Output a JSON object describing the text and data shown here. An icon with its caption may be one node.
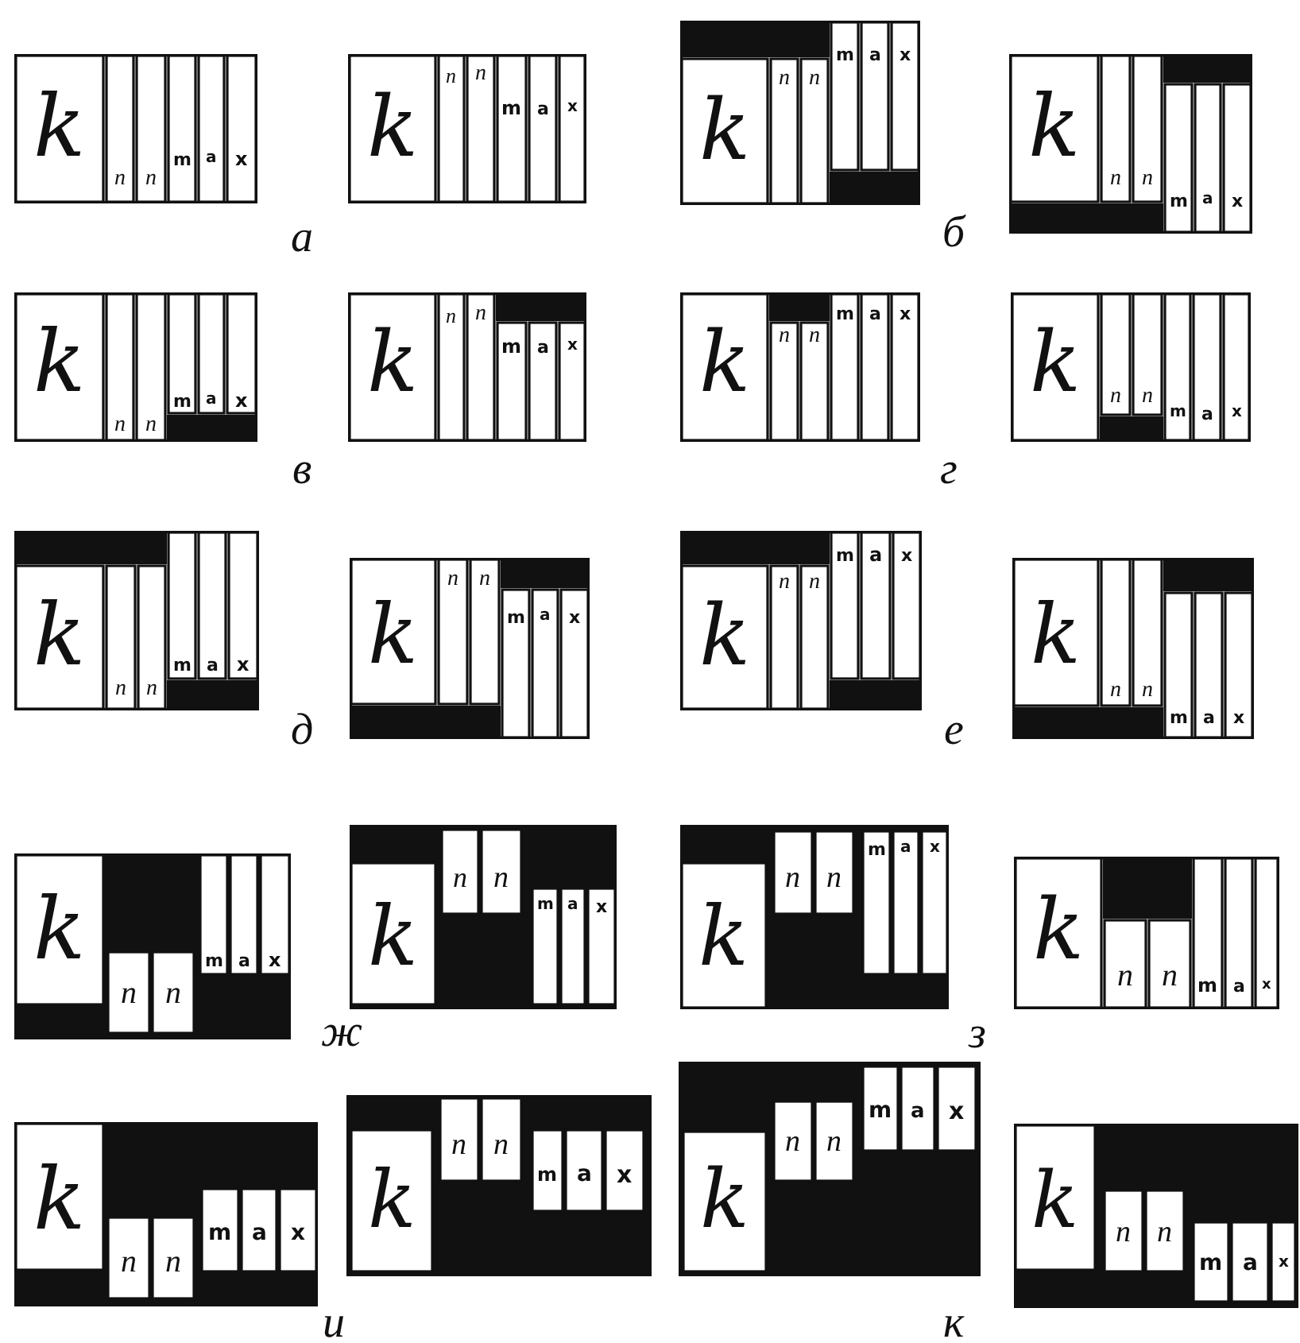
{
  "diagram": {
    "nodes": [
      {
        "text": [
          "k",
          "n",
          "n",
          "m",
          "a",
          "x"
        ],
        "beside": [
          "а"
        ]
      },
      {
        "text": [
          "k",
          "n",
          "n",
          "m",
          "a",
          "x"
        ]
      },
      {
        "text": [
          "k",
          "n",
          "n",
          "m",
          "a",
          "x"
        ],
        "beside": [
          "б"
        ]
      },
      {
        "text": [
          "k",
          "n",
          "n",
          "m",
          "a",
          "x"
        ]
      },
      {
        "text": [
          "k",
          "n",
          "n",
          "m",
          "a",
          "x"
        ],
        "beside": [
          "в"
        ]
      },
      {
        "text": [
          "k",
          "n",
          "n",
          "m",
          "a",
          "x"
        ]
      },
      {
        "text": [
          "k",
          "n",
          "n",
          "m",
          "a",
          "x"
        ],
        "beside": [
          "г"
        ]
      },
      {
        "text": [
          "k",
          "n",
          "n",
          "m",
          "a",
          "x"
        ]
      },
      {
        "text": [
          "k",
          "n",
          "n",
          "m",
          "a",
          "x"
        ],
        "beside": [
          "д"
        ]
      },
      {
        "text": [
          "k",
          "n",
          "n",
          "m",
          "a",
          "x"
        ]
      },
      {
        "text": [
          "k",
          "n",
          "n",
          "m",
          "a",
          "x"
        ],
        "beside": [
          "е"
        ]
      },
      {
        "text": [
          "k",
          "n",
          "n",
          "m",
          "a",
          "x"
        ]
      },
      {
        "text": [
          "k",
          "n",
          "n",
          "m",
          "a",
          "x"
        ],
        "beside": [
          "ж"
        ]
      },
      {
        "text": [
          "k",
          "n",
          "n",
          "m",
          "a",
          "x"
        ]
      },
      {
        "text": [
          "k",
          "n",
          "n",
          "m",
          "a",
          "x"
        ],
        "beside": [
          "з"
        ]
      },
      {
        "text": [
          "k",
          "n",
          "n",
          "m",
          "a",
          "x"
        ]
      },
      {
        "text": [
          "k",
          "n",
          "n",
          "m",
          "a",
          "x"
        ],
        "beside": [
          "и"
        ]
      },
      {
        "text": [
          "k",
          "n",
          "n",
          "m",
          "a",
          "x"
        ]
      },
      {
        "text": [
          "k",
          "n",
          "n",
          "m",
          "a",
          "x"
        ],
        "beside": [
          "к"
        ]
      },
      {
        "text": [
          "k",
          "n",
          "n",
          "m",
          "a",
          "x"
        ]
      }
    ]
  }
}
